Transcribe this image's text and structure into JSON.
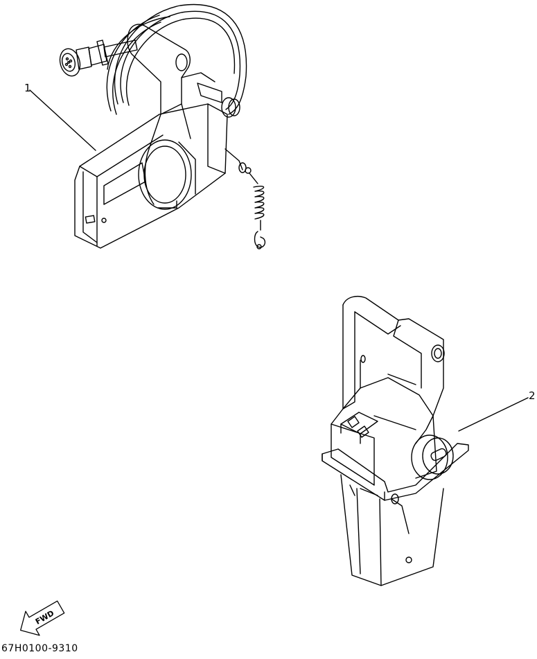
{
  "diagram": {
    "callouts": [
      {
        "label": "1",
        "part": "side-mount-remote-control-box"
      },
      {
        "label": "2",
        "part": "binnacle-top-mount-remote-control-box"
      }
    ],
    "fwd_arrow_label": "FWD",
    "drawing_code": "67H0100-9310"
  }
}
